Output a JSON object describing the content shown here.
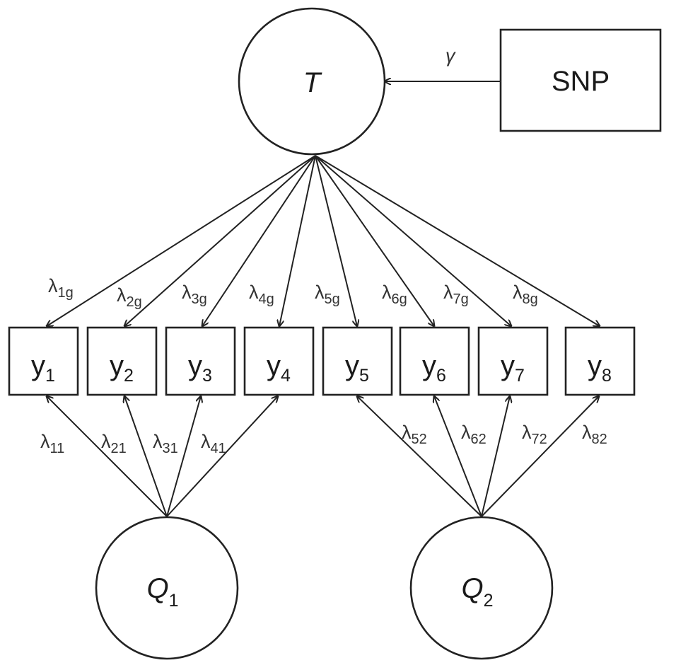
{
  "nodes": {
    "T": {
      "label": "T",
      "sub": ""
    },
    "SNP": {
      "label": "SNP",
      "sub": ""
    },
    "Q1": {
      "label": "Q",
      "sub": "1"
    },
    "Q2": {
      "label": "Q",
      "sub": "2"
    },
    "y": [
      {
        "label": "y",
        "sub": "1"
      },
      {
        "label": "y",
        "sub": "2"
      },
      {
        "label": "y",
        "sub": "3"
      },
      {
        "label": "y",
        "sub": "4"
      },
      {
        "label": "y",
        "sub": "5"
      },
      {
        "label": "y",
        "sub": "6"
      },
      {
        "label": "y",
        "sub": "7"
      },
      {
        "label": "y",
        "sub": "8"
      }
    ]
  },
  "edges": {
    "gamma": {
      "label": "γ"
    },
    "general_loadings": [
      {
        "label": "λ",
        "sub": "1g"
      },
      {
        "label": "λ",
        "sub": "2g"
      },
      {
        "label": "λ",
        "sub": "3g"
      },
      {
        "label": "λ",
        "sub": "4g"
      },
      {
        "label": "λ",
        "sub": "5g"
      },
      {
        "label": "λ",
        "sub": "6g"
      },
      {
        "label": "λ",
        "sub": "7g"
      },
      {
        "label": "λ",
        "sub": "8g"
      }
    ],
    "q1_loadings": [
      {
        "label": "λ",
        "sub": "11"
      },
      {
        "label": "λ",
        "sub": "21"
      },
      {
        "label": "λ",
        "sub": "31"
      },
      {
        "label": "λ",
        "sub": "41"
      }
    ],
    "q2_loadings": [
      {
        "label": "λ",
        "sub": "52"
      },
      {
        "label": "λ",
        "sub": "62"
      },
      {
        "label": "λ",
        "sub": "72"
      },
      {
        "label": "λ",
        "sub": "82"
      }
    ]
  }
}
